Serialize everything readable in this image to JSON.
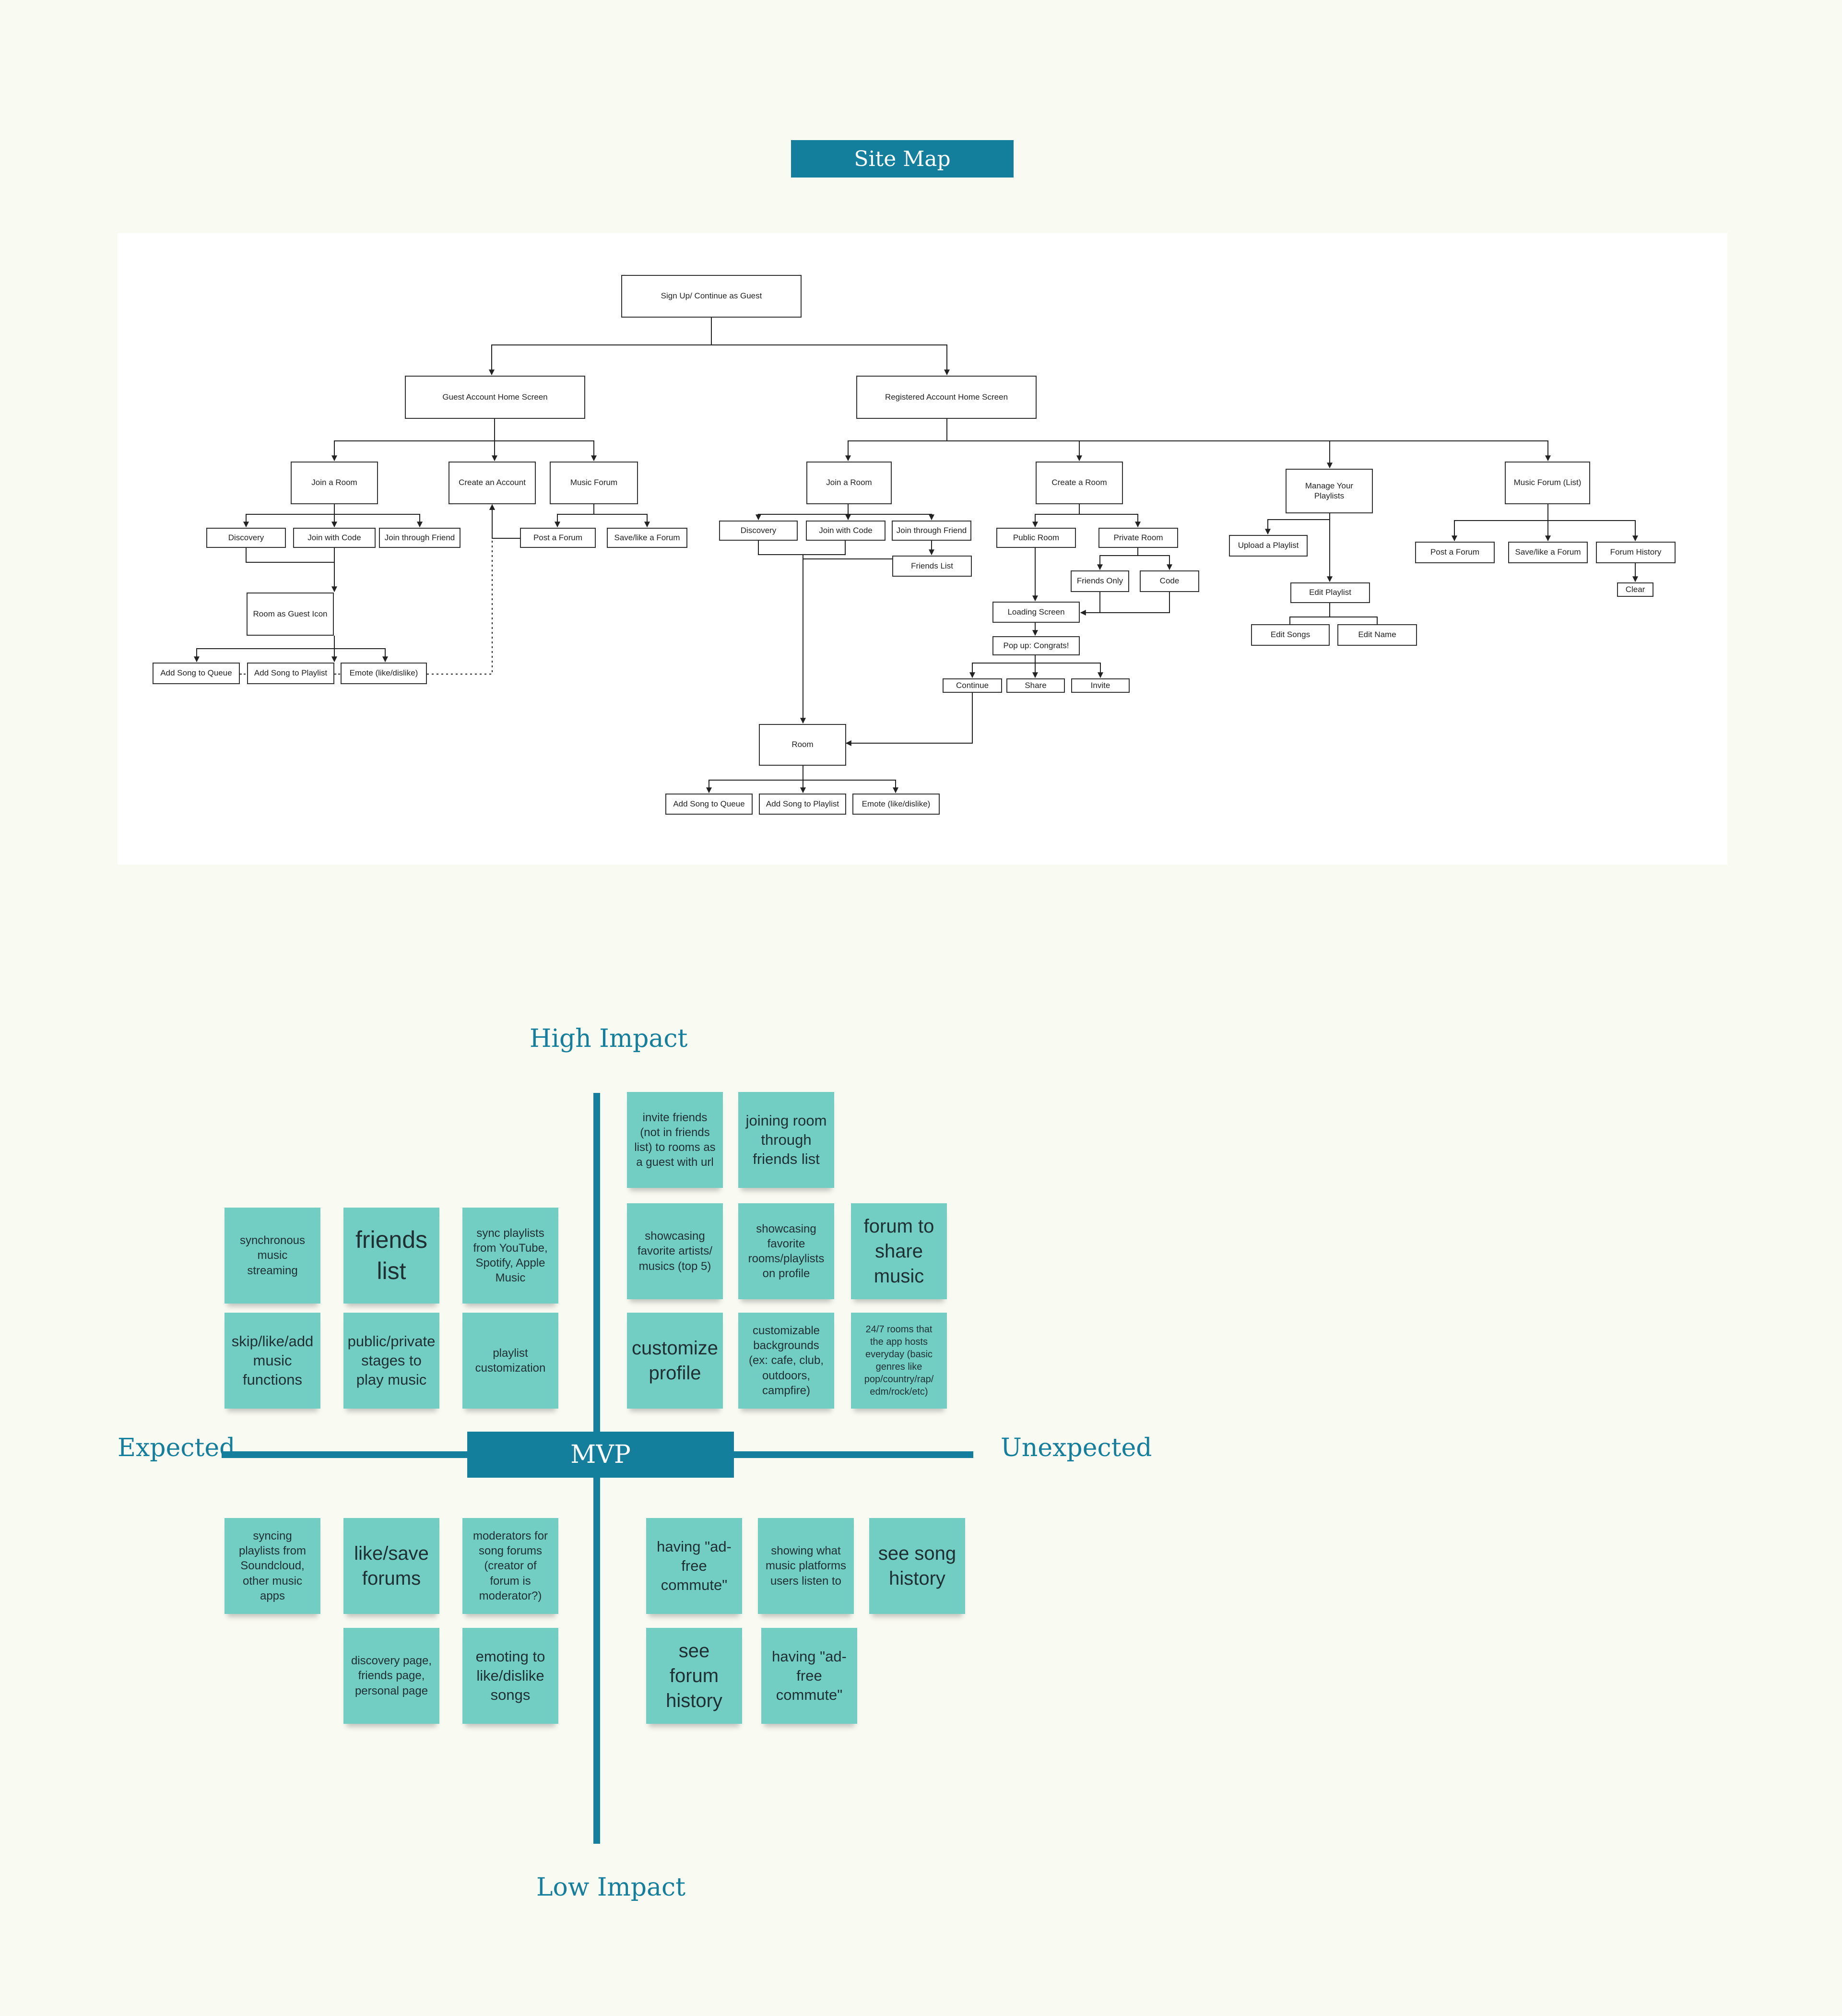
{
  "header": {
    "title": "Site Map"
  },
  "sitemap": {
    "root": "Sign Up/ Continue as Guest",
    "guest_home": "Guest Account Home Screen",
    "registered_home": "Registered Account Home Screen",
    "guest": {
      "join_room": "Join a Room",
      "create_account": "Create an Account",
      "music_forum": "Music Forum",
      "discovery": "Discovery",
      "join_with_code": "Join with Code",
      "join_through_friend": "Join through Friend",
      "post_forum": "Post a Forum",
      "save_forum": "Save/like a Forum",
      "room_guest": "Room as Guest Icon",
      "add_queue": "Add Song to Queue",
      "add_playlist": "Add Song to Playlist",
      "emote": "Emote (like/dislike)"
    },
    "registered": {
      "join_room": "Join a Room",
      "create_room": "Create a Room",
      "manage_playlists": "Manage Your Playlists",
      "music_forum": "Music Forum (List)",
      "discovery": "Discovery",
      "join_with_code": "Join with Code",
      "join_through_friend": "Join through Friend",
      "friends_list": "Friends List",
      "public_room": "Public Room",
      "private_room": "Private Room",
      "friends_only": "Friends Only",
      "code": "Code",
      "loading": "Loading Screen",
      "popup": "Pop up: Congrats!",
      "continue": "Continue",
      "share": "Share",
      "invite": "Invite",
      "room": "Room",
      "add_queue": "Add Song to Queue",
      "add_playlist": "Add Song to Playlist",
      "emote": "Emote (like/dislike)",
      "upload_playlist": "Upload a Playlist",
      "edit_playlist": "Edit Playlist",
      "edit_songs": "Edit Songs",
      "edit_name": "Edit Name",
      "post_forum": "Post a Forum",
      "save_forum": "Save/like a Forum",
      "forum_history": "Forum History",
      "clear": "Clear"
    }
  },
  "matrix": {
    "high": "High Impact",
    "low": "Low Impact",
    "expected": "Expected",
    "unexpected": "Unexpected",
    "center": "MVP",
    "notes": [
      {
        "text": "invite friends (not in friends list) to rooms as a guest with url"
      },
      {
        "text": "joining room through friends list"
      },
      {
        "text": "synchronous music streaming"
      },
      {
        "text": "friends list"
      },
      {
        "text": "sync playlists from YouTube, Spotify, Apple Music"
      },
      {
        "text": "showcasing favorite artists/ musics (top 5)"
      },
      {
        "text": "showcasing favorite rooms/playlists on profile"
      },
      {
        "text": "forum to share music"
      },
      {
        "text": "skip/like/add music functions"
      },
      {
        "text": "public/private stages to play music"
      },
      {
        "text": "playlist customization"
      },
      {
        "text": "customize profile"
      },
      {
        "text": "customizable backgrounds (ex: cafe, club, outdoors, campfire)"
      },
      {
        "text": "24/7 rooms that the app hosts everyday (basic genres like pop/country/rap/ edm/rock/etc)"
      },
      {
        "text": "syncing playlists from Soundcloud, other music apps"
      },
      {
        "text": "like/save forums"
      },
      {
        "text": "moderators for song forums (creator of forum is moderator?)"
      },
      {
        "text": "discovery page, friends page, personal page"
      },
      {
        "text": "emoting to like/dislike songs"
      },
      {
        "text": "having \"ad-free commute\""
      },
      {
        "text": "showing what music platforms users listen to"
      },
      {
        "text": "see song history"
      },
      {
        "text": "see forum history"
      },
      {
        "text": "having \"ad-free commute\""
      }
    ]
  }
}
